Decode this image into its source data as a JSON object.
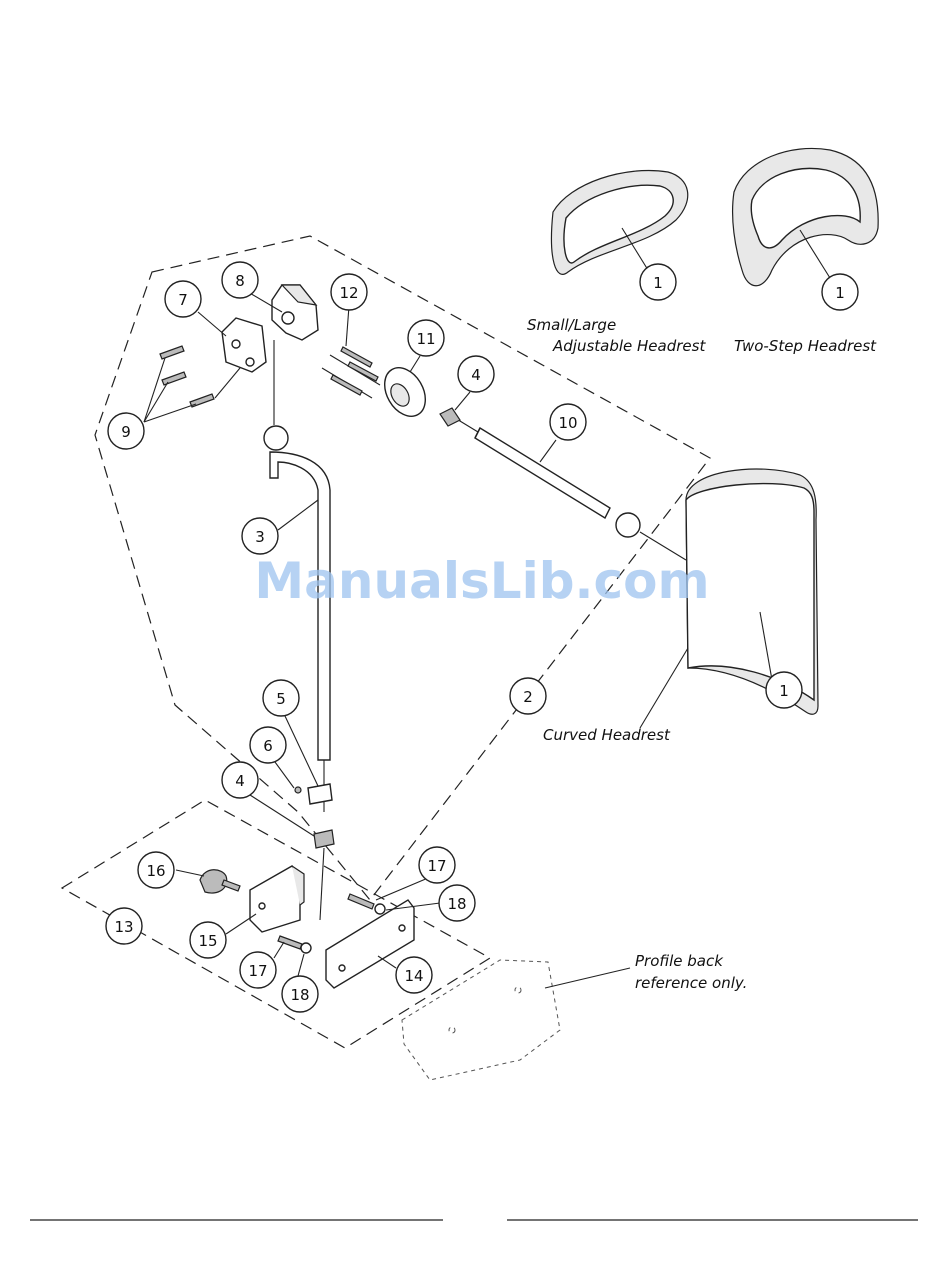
{
  "captions": {
    "small_large_line1": "Small/Large",
    "small_large_line2": "Adjustable Headrest",
    "two_step": "Two-Step Headrest",
    "curved": "Curved Headrest",
    "profile_line1": "Profile back",
    "profile_line2": "reference only."
  },
  "watermark": "ManualsLib.com",
  "callouts": {
    "headrest_small": "1",
    "headrest_two_step": "1",
    "headrest_curved": "1",
    "c2": "2",
    "c3": "3",
    "c4_upper": "4",
    "c4_lower": "4",
    "c5": "5",
    "c6": "6",
    "c7": "7",
    "c8": "8",
    "c9": "9",
    "c10": "10",
    "c11": "11",
    "c12": "12",
    "c13": "13",
    "c14": "14",
    "c15": "15",
    "c16": "16",
    "c17_upper": "17",
    "c17_lower": "17",
    "c18_upper": "18",
    "c18_lower": "18"
  }
}
